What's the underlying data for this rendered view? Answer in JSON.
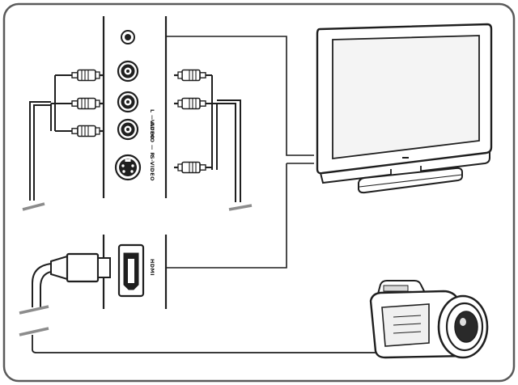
{
  "labels": {
    "audio_lr": "L — AUDIO — R",
    "video": "VIDEO",
    "s_video": "S-VIDEO",
    "hdmi": "HDMI"
  },
  "colors": {
    "frame": "#5a5a5a",
    "line": "#1f1f1f",
    "cable_gray": "#8c8c8c",
    "screen_fill": "#f4f4f4",
    "background": "#ffffff"
  },
  "icons": {
    "tv": "flat-screen-tv-icon",
    "camcorder": "camcorder-icon",
    "rca_plug": "rca-plug-icon",
    "hdmi_plug": "hdmi-plug-icon"
  }
}
